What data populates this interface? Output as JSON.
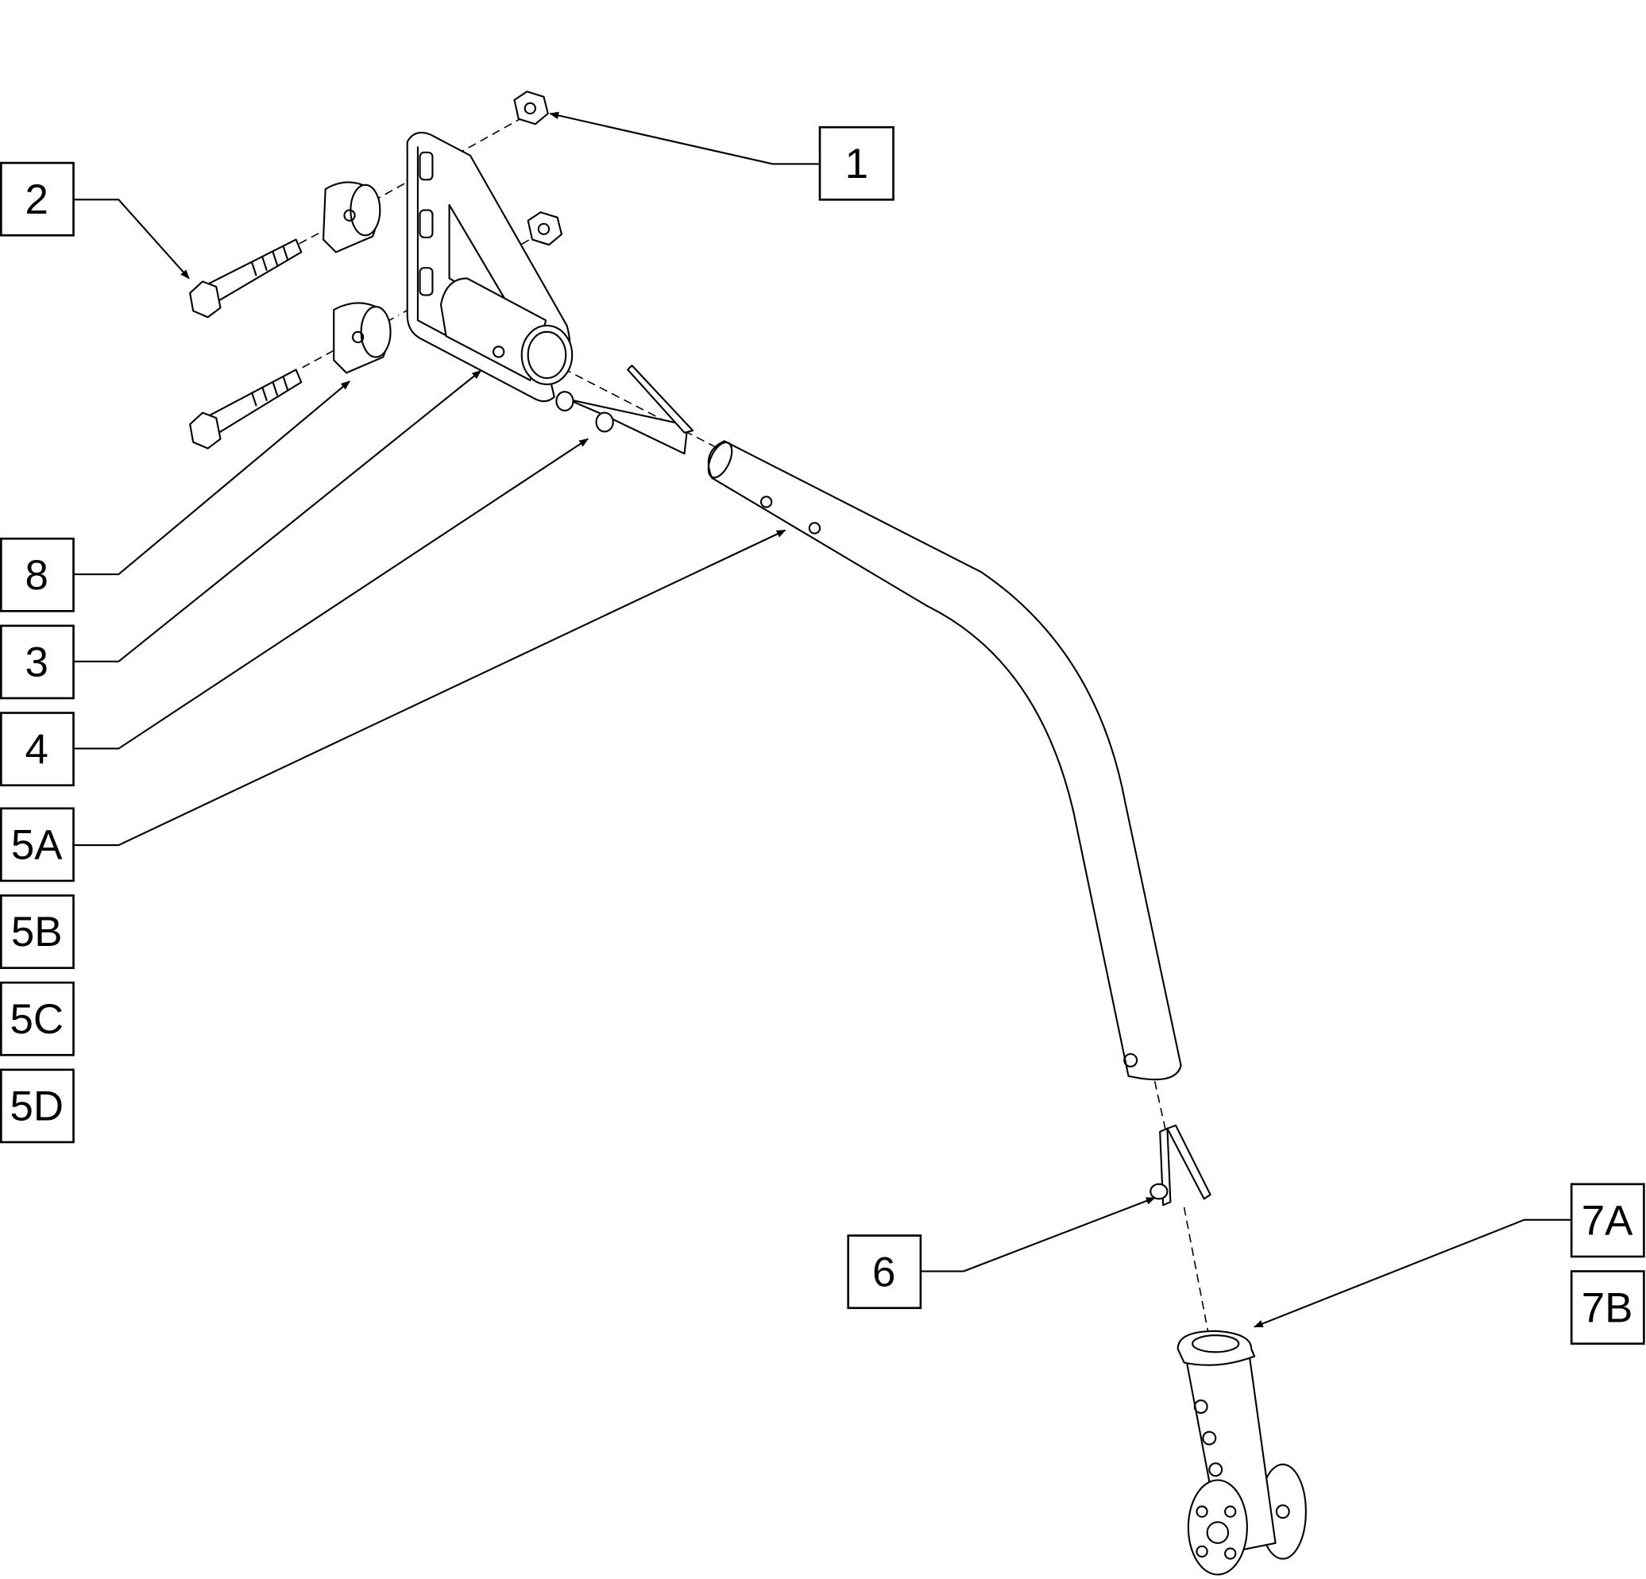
{
  "diagram": {
    "type": "exploded parts diagram",
    "callouts": {
      "c1": "1",
      "c2": "2",
      "c3": "3",
      "c4": "4",
      "c5a": "5A",
      "c5b": "5B",
      "c5c": "5C",
      "c5d": "5D",
      "c6": "6",
      "c7a": "7A",
      "c7b": "7B",
      "c8": "8"
    }
  }
}
